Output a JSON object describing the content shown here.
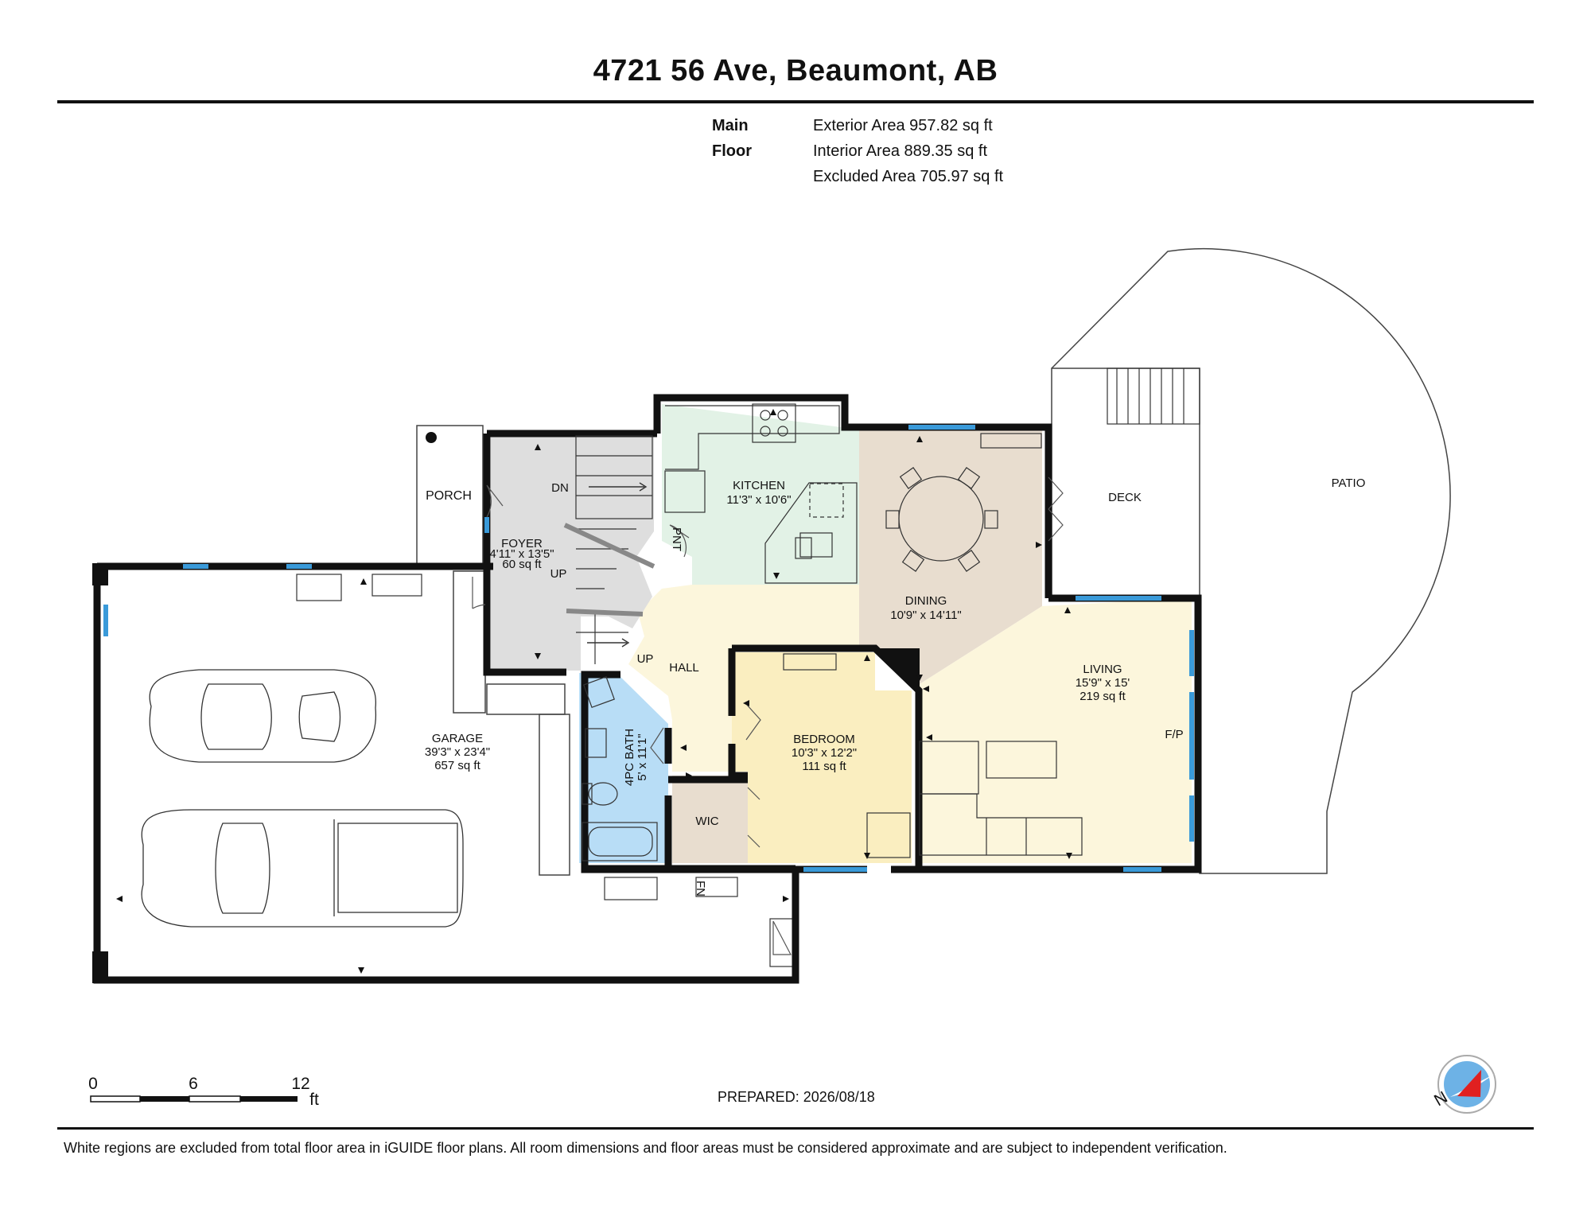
{
  "title": "4721 56 Ave, Beaumont, AB",
  "floor": {
    "name": "Main Floor",
    "exterior_area": "Exterior Area 957.82 sq ft",
    "interior_area": "Interior Area 889.35 sq ft",
    "excluded_area": "Excluded Area 705.97 sq ft"
  },
  "rooms": {
    "porch": {
      "name": "PORCH"
    },
    "foyer": {
      "name": "FOYER",
      "dims": "4'11\" x 13'5\"",
      "area": "60 sq ft"
    },
    "kitchen": {
      "name": "KITCHEN",
      "dims": "11'3\" x 10'6\""
    },
    "pantry": {
      "name": "PNT"
    },
    "dining": {
      "name": "DINING",
      "dims": "10'9\" x 14'11\""
    },
    "deck": {
      "name": "DECK"
    },
    "patio": {
      "name": "PATIO"
    },
    "living": {
      "name": "LIVING",
      "dims": "15'9\" x 15'",
      "area": "219 sq ft",
      "fireplace": "F/P"
    },
    "hall": {
      "name": "HALL"
    },
    "bedroom": {
      "name": "BEDROOM",
      "dims": "10'3\" x 12'2\"",
      "area": "111 sq ft"
    },
    "bath": {
      "name": "4PC BATH",
      "dims": "5' x 11'1\""
    },
    "wic": {
      "name": "WIC"
    },
    "garage": {
      "name": "GARAGE",
      "dims": "39'3\" x 23'4\"",
      "area": "657 sq ft"
    },
    "furnace": {
      "name": "FN"
    }
  },
  "stair_labels": {
    "down": "DN",
    "up_foyer": "UP",
    "up_hall": "UP"
  },
  "scale": {
    "zero": "0",
    "mid": "6",
    "max": "12",
    "unit": "ft"
  },
  "compass": {
    "label": "N"
  },
  "prepared": "PREPARED: 2026/08/18",
  "disclaimer": "White regions are excluded from total floor area in iGUIDE floor plans. All room dimensions and floor areas must be considered approximate and are subject to independent verification.",
  "colors": {
    "wall": "#111111",
    "window": "#3a9ad9",
    "kitchen": "#e2f2e6",
    "dining": "#e8ddcf",
    "living": "#fcf6dc",
    "hall": "#fcf6dc",
    "bedroom": "#faeec0",
    "bath": "#b8ddf6",
    "foyer": "#dedede",
    "wic": "#e8ddcf",
    "compass_arrow": "#e02020"
  }
}
